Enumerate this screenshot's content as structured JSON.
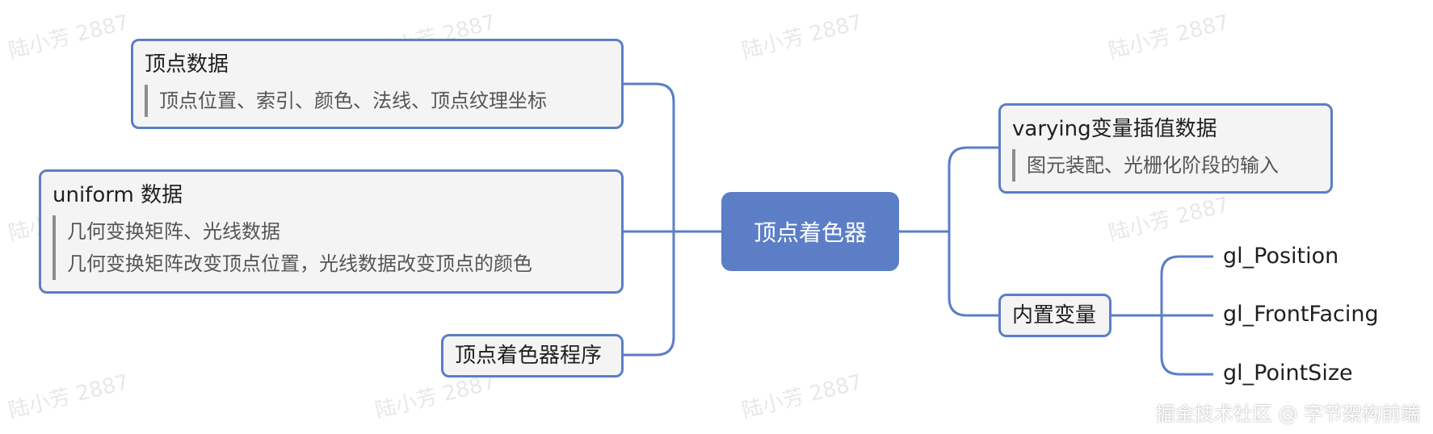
{
  "center": {
    "label": "顶点着色器"
  },
  "left": {
    "vertex_data": {
      "title": "顶点数据",
      "note": "顶点位置、索引、颜色、法线、顶点纹理坐标"
    },
    "uniform_data": {
      "title": "uniform 数据",
      "notes": [
        "几何变换矩阵、光线数据",
        "几何变换矩阵改变顶点位置，光线数据改变顶点的颜色"
      ]
    },
    "program": {
      "title": "顶点着色器程序"
    }
  },
  "right": {
    "varying": {
      "title": "varying变量插值数据",
      "note": "图元装配、光栅化阶段的输入"
    },
    "builtin": {
      "title": "内置变量",
      "items": [
        "gl_Position",
        "gl_FrontFacing",
        "gl_PointSize"
      ]
    }
  },
  "watermark": "陆小芳 2887",
  "footer": "掘金技术社区 @ 字节架构前端",
  "colors": {
    "accent": "#5b7ec6",
    "node_bg": "#f4f4f4",
    "text": "#1f1f1f",
    "note_text": "#555555"
  }
}
